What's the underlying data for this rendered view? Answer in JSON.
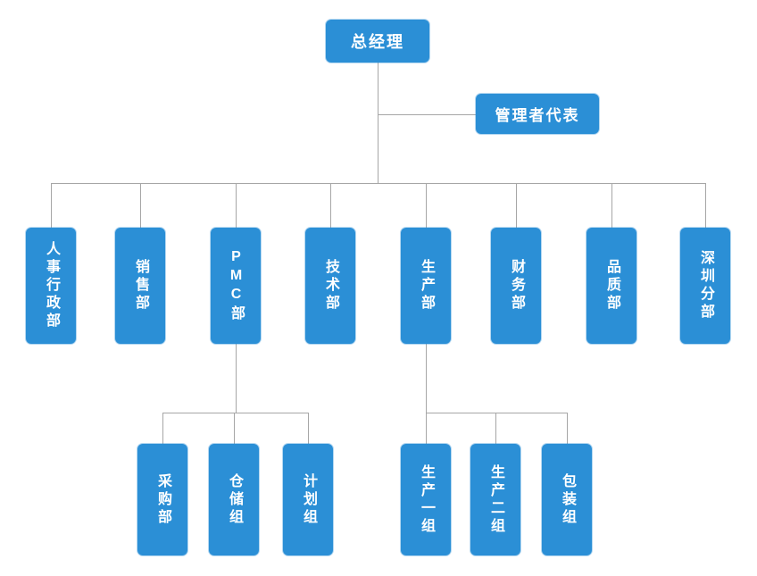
{
  "colors": {
    "node_fill": "#2b8fd6",
    "node_text": "#ffffff",
    "connector": "#a6a6a6",
    "background": "#ffffff"
  },
  "chart": {
    "type": "org-chart",
    "root": {
      "label": "总经理"
    },
    "assistant": {
      "label": "管理者代表"
    },
    "departments": [
      {
        "label": "人事行政部"
      },
      {
        "label": "销售部"
      },
      {
        "label": "PMC部",
        "children": [
          {
            "label": "采购部"
          },
          {
            "label": "仓储组"
          },
          {
            "label": "计划组"
          }
        ]
      },
      {
        "label": "技术部"
      },
      {
        "label": "生产部",
        "children": [
          {
            "label": "生产一组"
          },
          {
            "label": "生产二组"
          },
          {
            "label": "包装组"
          }
        ]
      },
      {
        "label": "财务部"
      },
      {
        "label": "品质部"
      },
      {
        "label": "深圳分部"
      }
    ]
  }
}
